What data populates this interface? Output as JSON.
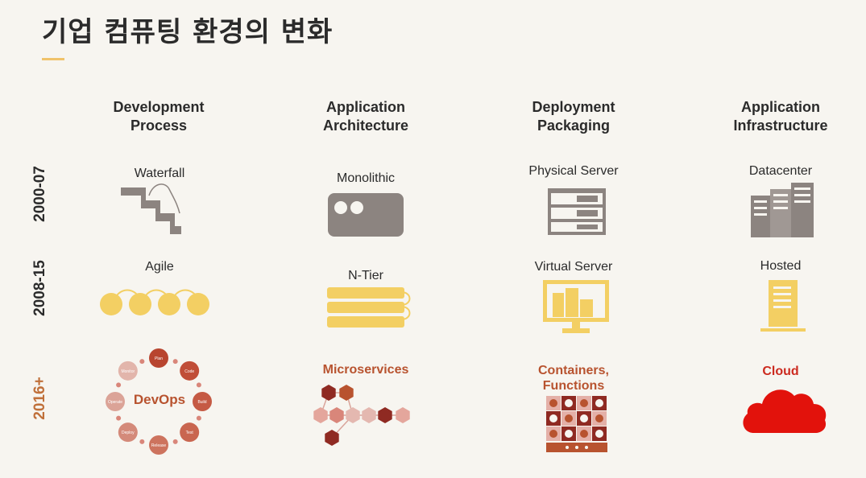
{
  "title": "기업 컴퓨팅 환경의 변화",
  "columns": [
    "Development\nProcess",
    "Application\nArchitecture",
    "Deployment\nPackaging",
    "Application\nInfrastructure"
  ],
  "column_lines": [
    [
      "Development",
      "Process"
    ],
    [
      "Application",
      "Architecture"
    ],
    [
      "Deployment",
      "Packaging"
    ],
    [
      "Application",
      "Infrastructure"
    ]
  ],
  "years": [
    "2000-07",
    "2008-15",
    "2016+"
  ],
  "rows": [
    [
      "Waterfall",
      "Monolithic",
      "Physical Server",
      "Datacenter"
    ],
    [
      "Agile",
      "N-Tier",
      "Virtual Server",
      "Hosted"
    ],
    [
      "DevOps",
      "Microservices",
      "Containers,\nFunctions",
      "Cloud"
    ]
  ],
  "containers_lines": [
    "Containers,",
    "Functions"
  ],
  "devops_steps": [
    "Plan",
    "Code",
    "Build",
    "Test",
    "Release",
    "Deploy",
    "Operate",
    "Monitor"
  ],
  "colors": {
    "gray": "#8c8480",
    "yellow": "#f3cf63",
    "orange": "#b8532f",
    "red": "#cc2a1f",
    "accent": "#f0c36b",
    "year_recent": "#c0703a"
  }
}
